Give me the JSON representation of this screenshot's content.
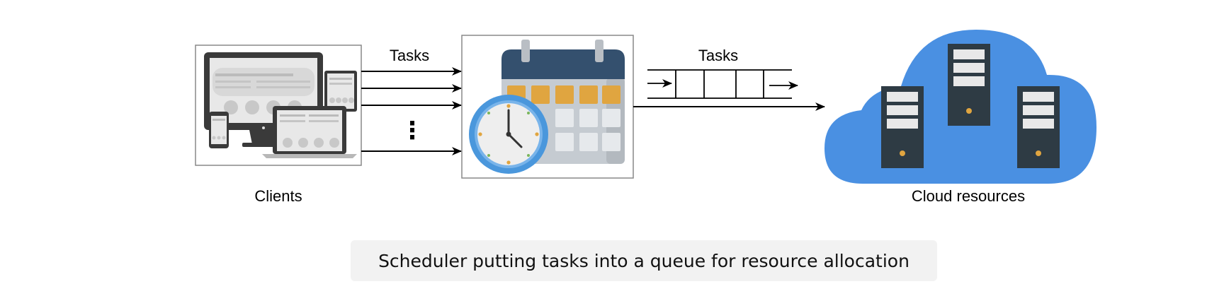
{
  "diagram": {
    "clients_label": "Clients",
    "tasks_label_left": "Tasks",
    "tasks_label_right": "Tasks",
    "ellipsis": "⋮",
    "cloud_label": "Cloud resources"
  },
  "caption": "Scheduler putting tasks into a queue for resource allocation",
  "colors": {
    "cloud": "#4a90e2",
    "server": "#2e3b44",
    "calendar_header": "#34506e",
    "calendar_cells": "#e0a540",
    "clock_ring": "#5aa7e6"
  },
  "icons": [
    "devices-icon",
    "calendar-clock-icon",
    "queue-icon",
    "cloud-servers-icon"
  ]
}
